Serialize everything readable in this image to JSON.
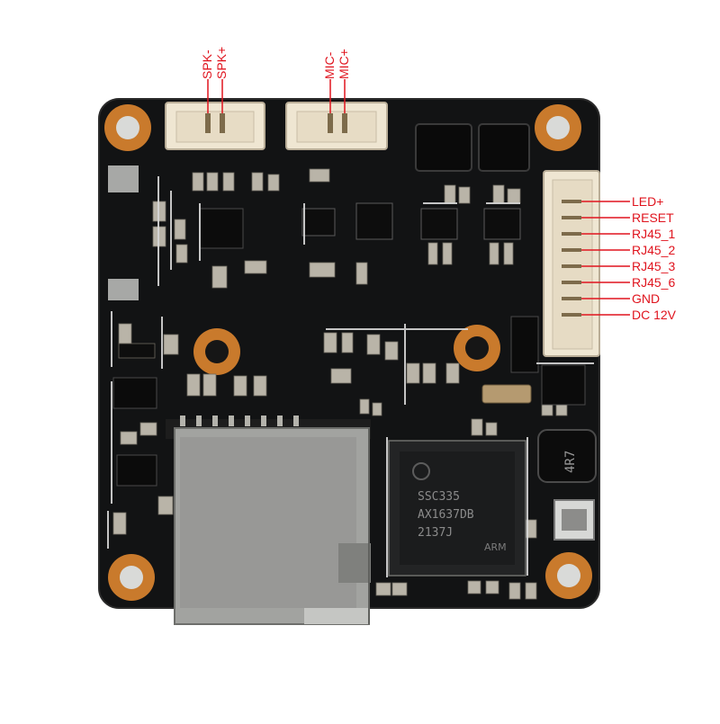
{
  "connector_labels": {
    "speaker": [
      "SPK-",
      "SPK+"
    ],
    "mic": [
      "MIC-",
      "MIC+"
    ]
  },
  "pin_labels": [
    "LED+",
    "RESET",
    "RJ45_1",
    "RJ45_2",
    "RJ45_3",
    "RJ45_6",
    "GND",
    "DC 12V"
  ],
  "chip": {
    "line1": "SSC335",
    "line2": "AX1637DB",
    "line3": "2137J",
    "logo": "ARM"
  },
  "inductor": {
    "marking": "4R7"
  },
  "colors": {
    "label_red": "#e0141e",
    "pcb": "#121314",
    "pads": "#c97a2c",
    "metal": "#9a9a98"
  }
}
